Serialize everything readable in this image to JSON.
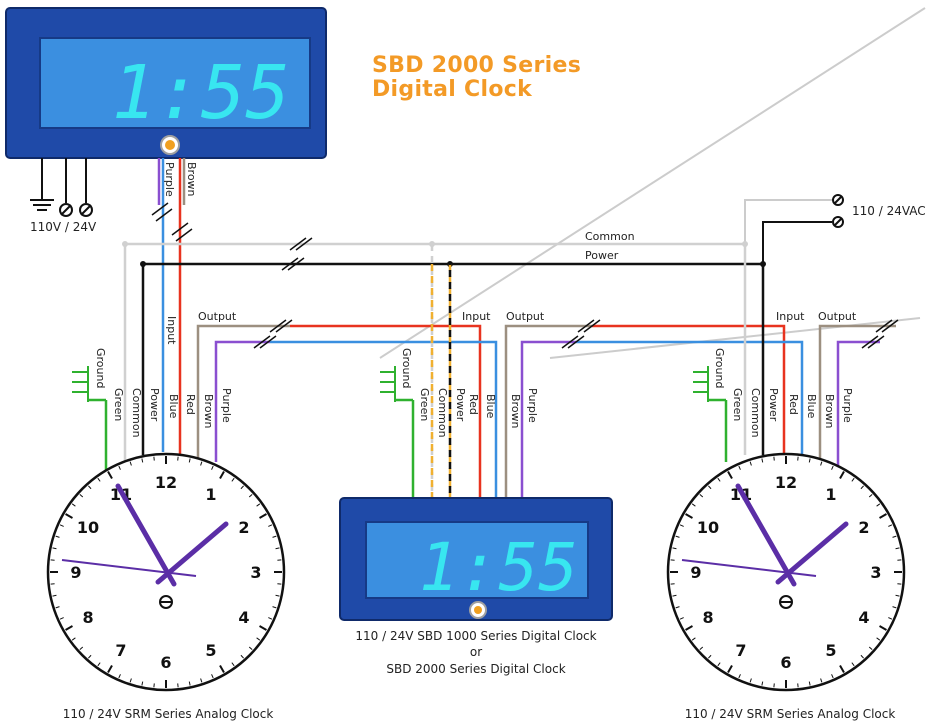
{
  "title": {
    "line1": "SBD 2000 Series",
    "line2": "Digital Clock"
  },
  "top_clock": {
    "display": "1:55",
    "wire_left": "Purple",
    "wire_right": "Brown",
    "power_label": "110V / 24V"
  },
  "supply_label": "110 / 24VAC",
  "bus": {
    "common": "Common",
    "power": "Power"
  },
  "left_clock": {
    "wires": [
      "Ground",
      "Green",
      "Common",
      "Power",
      "Blue",
      "Red",
      "Brown",
      "Purple"
    ],
    "input_label": "Input",
    "output_label": "Output",
    "dial": [
      "12",
      "1",
      "2",
      "3",
      "4",
      "5",
      "6",
      "7",
      "8",
      "9",
      "10",
      "11"
    ],
    "caption": "110 / 24V  SRM Series Analog Clock"
  },
  "middle_clock": {
    "wires": [
      "Ground",
      "Green",
      "Common",
      "Power",
      "Blue",
      "Red",
      "Brown",
      "Purple"
    ],
    "input_label": "Input",
    "output_label": "Output",
    "display": "1:55",
    "caption_line1": "110 / 24V SBD 1000 Series Digital Clock",
    "caption_line2": "or",
    "caption_line3": "SBD 2000 Series Digital Clock"
  },
  "right_clock": {
    "wires": [
      "Ground",
      "Green",
      "Common",
      "Power",
      "Blue",
      "Red",
      "Brown",
      "Purple"
    ],
    "input_label": "Input",
    "output_label": "Output",
    "dial": [
      "12",
      "1",
      "2",
      "3",
      "4",
      "5",
      "6",
      "7",
      "8",
      "9",
      "10",
      "11"
    ],
    "caption": "110 / 24V  SRM Series Analog Clock"
  },
  "colors": {
    "panel": "#1f4aa8",
    "display_bg": "#3b8fe0",
    "digits": "#38e6f0",
    "title": "#f39a26",
    "common_wire": "#d0d0d0",
    "power_wire": "#111111",
    "green": "#2fb12f",
    "blue": "#3a8fe0",
    "red": "#e8331f",
    "brown": "#9c8f80",
    "purple": "#8a4fd0",
    "orange_dashed": "#f0b030",
    "hands": "#5b2ea6"
  }
}
